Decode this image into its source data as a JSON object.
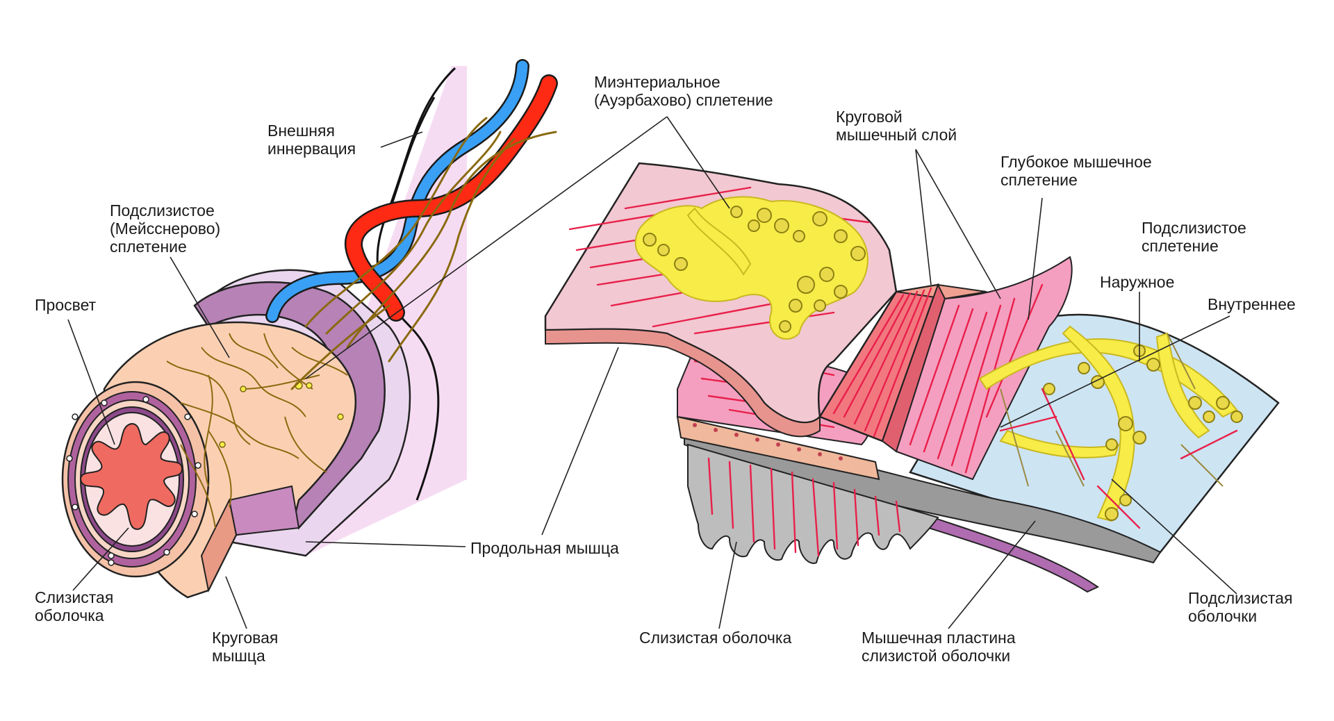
{
  "labels": {
    "external_innervation": [
      "Внешняя",
      "иннервация"
    ],
    "submucosal_meissner": [
      "Подслизистое",
      "(Мейсснерово)",
      "сплетение"
    ],
    "lumen": "Просвет",
    "mucosa_left": [
      "Слизистая",
      "оболочка"
    ],
    "circular_muscle": [
      "Круговая",
      "мышца"
    ],
    "longitudinal_muscle": "Продольная мышца",
    "myenteric_auerbach": [
      "Миэнтериальное",
      "(Ауэрбахово) сплетение"
    ],
    "circular_muscle_layer": [
      "Круговой",
      "мышечный слой"
    ],
    "deep_muscular_plexus": [
      "Глубокое мышечное",
      "сплетение"
    ],
    "submucosal_plexus": [
      "Подслизистое",
      "сплетение"
    ],
    "outer": "Наружное",
    "inner": "Внутреннее",
    "submucosa": [
      "Подслизистая",
      "оболочки"
    ],
    "mucosa_right": "Слизистая оболочка",
    "muscularis_mucosae": [
      "Мышечная пластина",
      "слизистой оболочки"
    ]
  },
  "colors": {
    "artery": "#ff2a14",
    "vein": "#39a0f5",
    "nerve": "#8a6a10",
    "ganglion": "#f7ec48",
    "fiber": "#e8204a",
    "lumen": "#ef6a60",
    "serosa": "#f6dcf3"
  }
}
